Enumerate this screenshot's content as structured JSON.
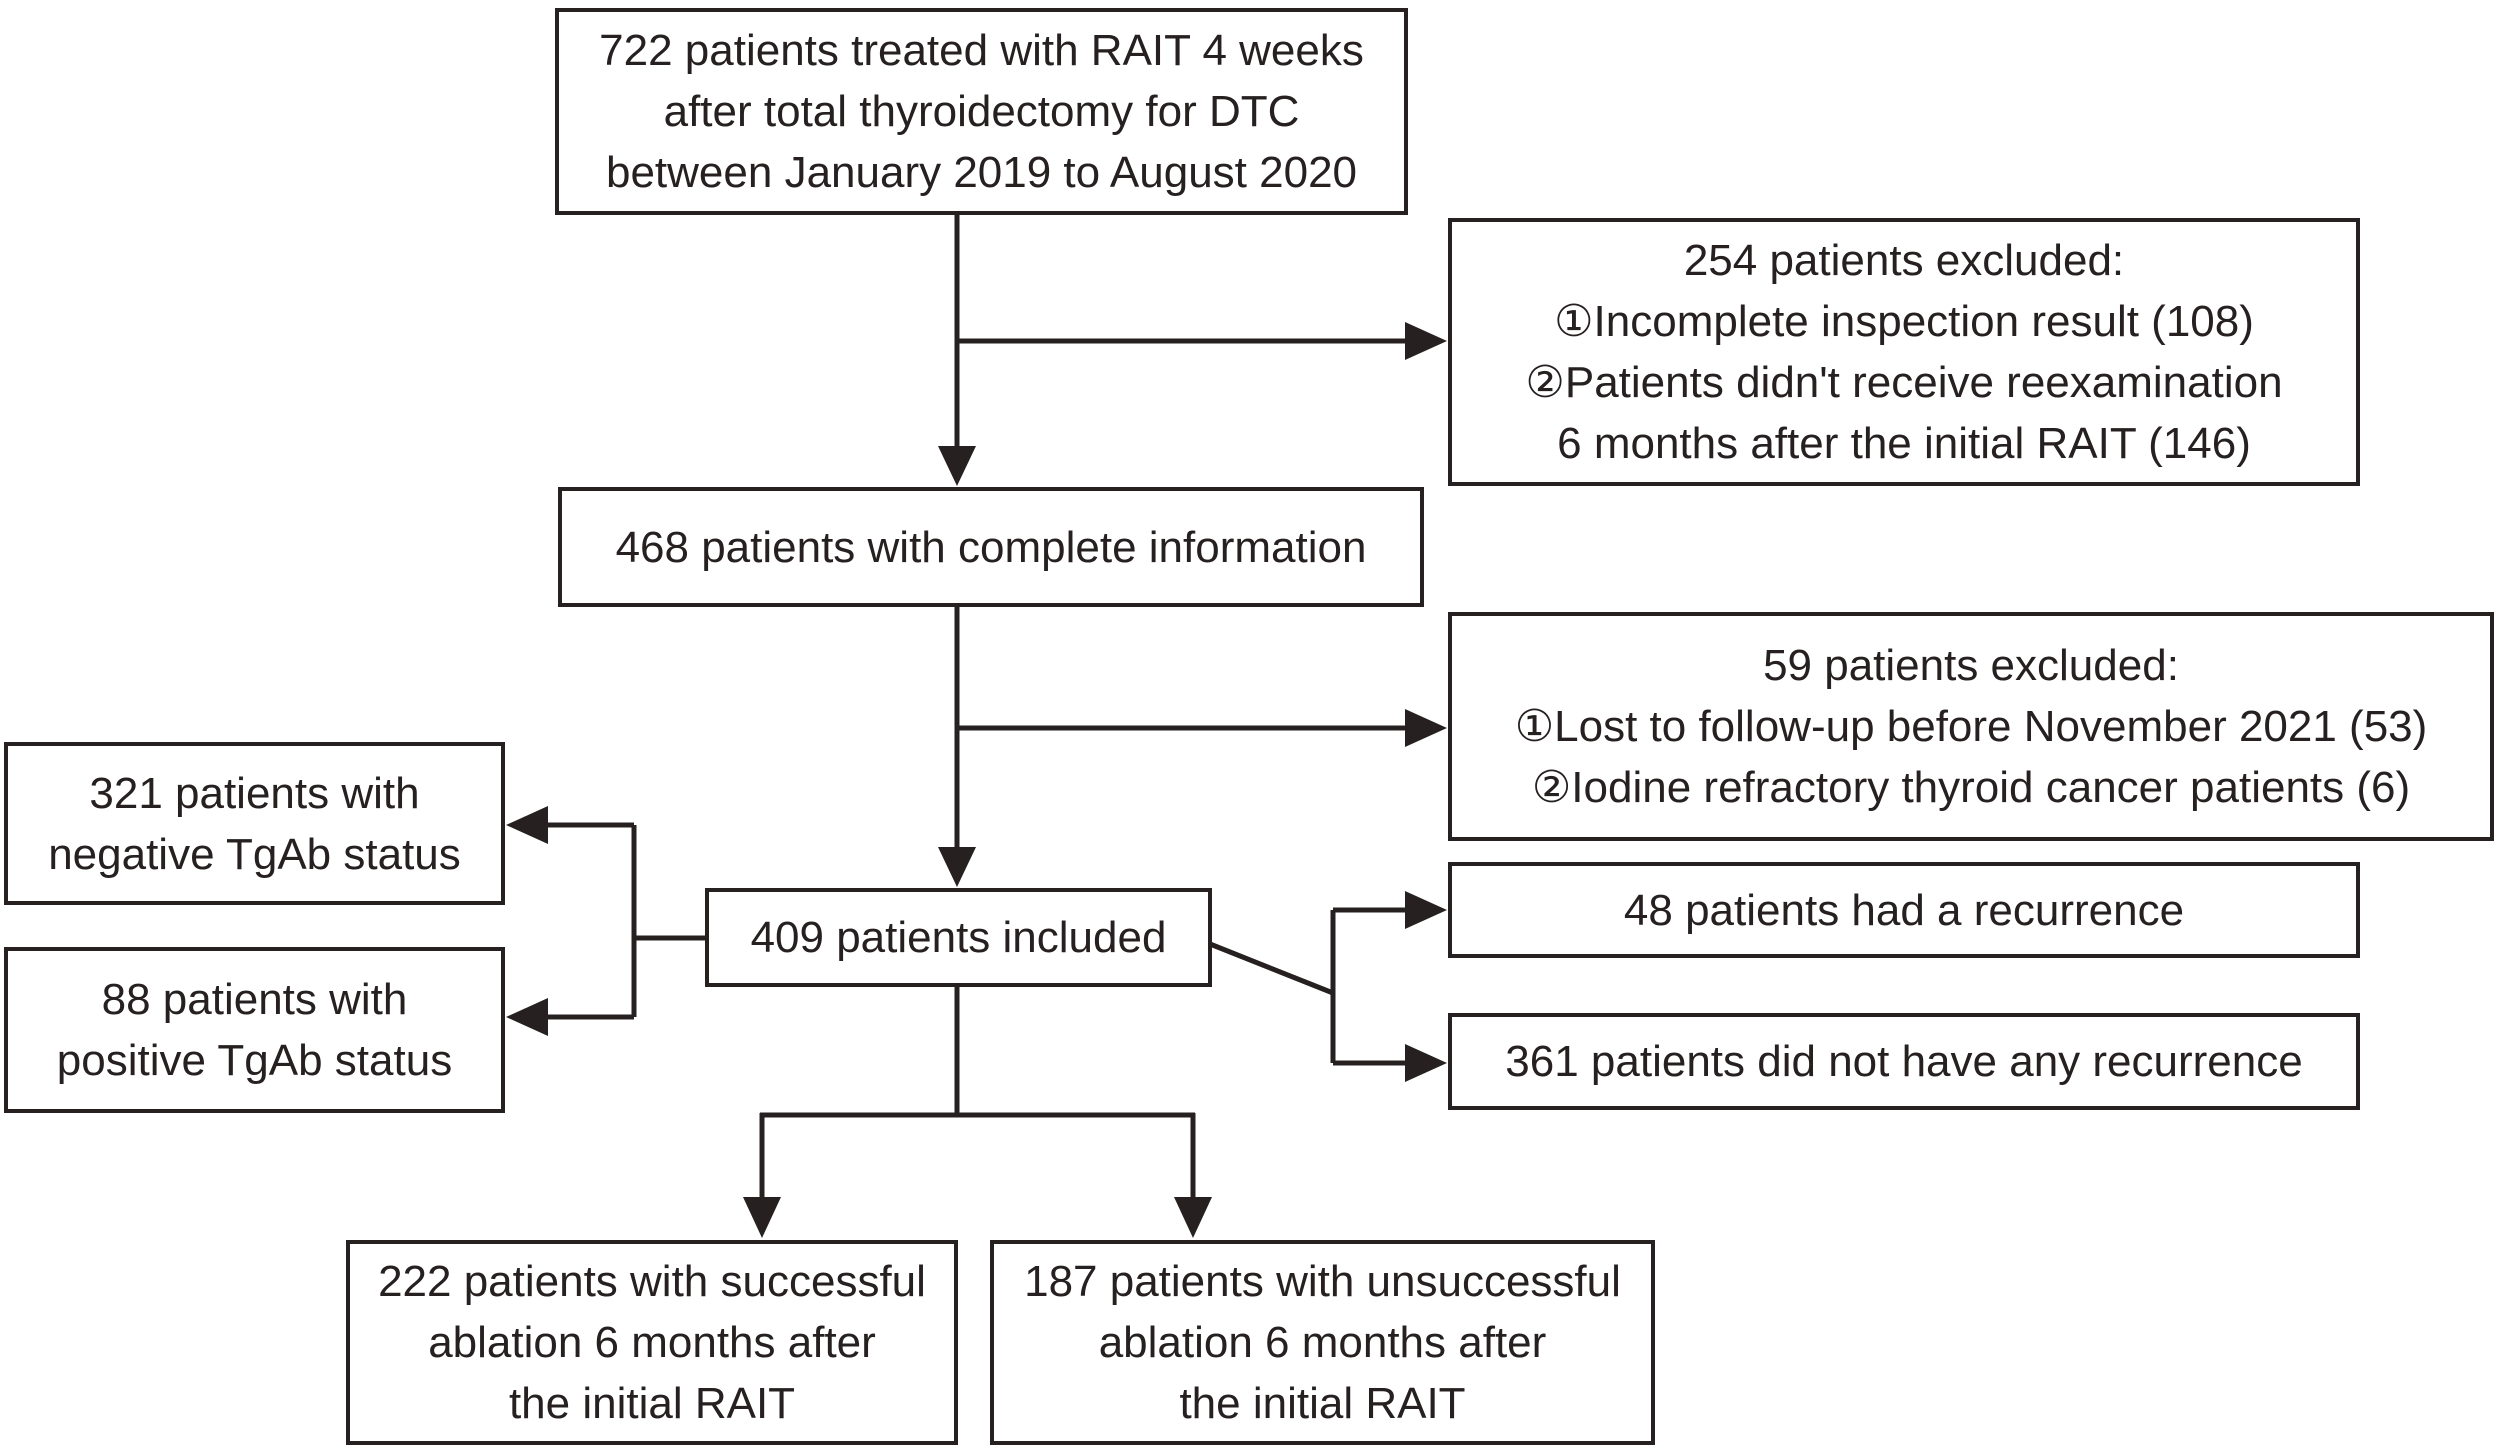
{
  "figure": {
    "type": "flowchart",
    "colors": {
      "background": "#ffffff",
      "line": "#262020"
    }
  },
  "boxes": {
    "enrolled": {
      "text": "722 patients treated with RAIT 4 weeks\nafter total thyroidectomy for DTC\nbetween January 2019 to August 2020"
    },
    "excluded_initial": {
      "text": "254 patients excluded:\n①Incomplete inspection result (108)\n②Patients didn't receive reexamination\n6 months after the initial RAIT (146)"
    },
    "complete_info": {
      "text": "468 patients with complete information"
    },
    "excluded_followup": {
      "text": "59 patients excluded:\n①Lost to follow-up before November 2021 (53)\n②Iodine refractory thyroid cancer patients (6)"
    },
    "negative_tgab": {
      "text": "321 patients with\nnegative TgAb status"
    },
    "included": {
      "text": "409 patients included"
    },
    "positive_tgab": {
      "text": "88 patients with\npositive TgAb status"
    },
    "recurrence": {
      "text": "48 patients had a recurrence"
    },
    "no_recurrence": {
      "text": "361 patients did not have any recurrence"
    },
    "successful_ablation": {
      "text": "222 patients with successful\nablation 6 months after\nthe initial RAIT"
    },
    "unsuccessful_ablation": {
      "text": "187 patients with unsuccessful\nablation 6 months after\nthe initial RAIT"
    }
  }
}
